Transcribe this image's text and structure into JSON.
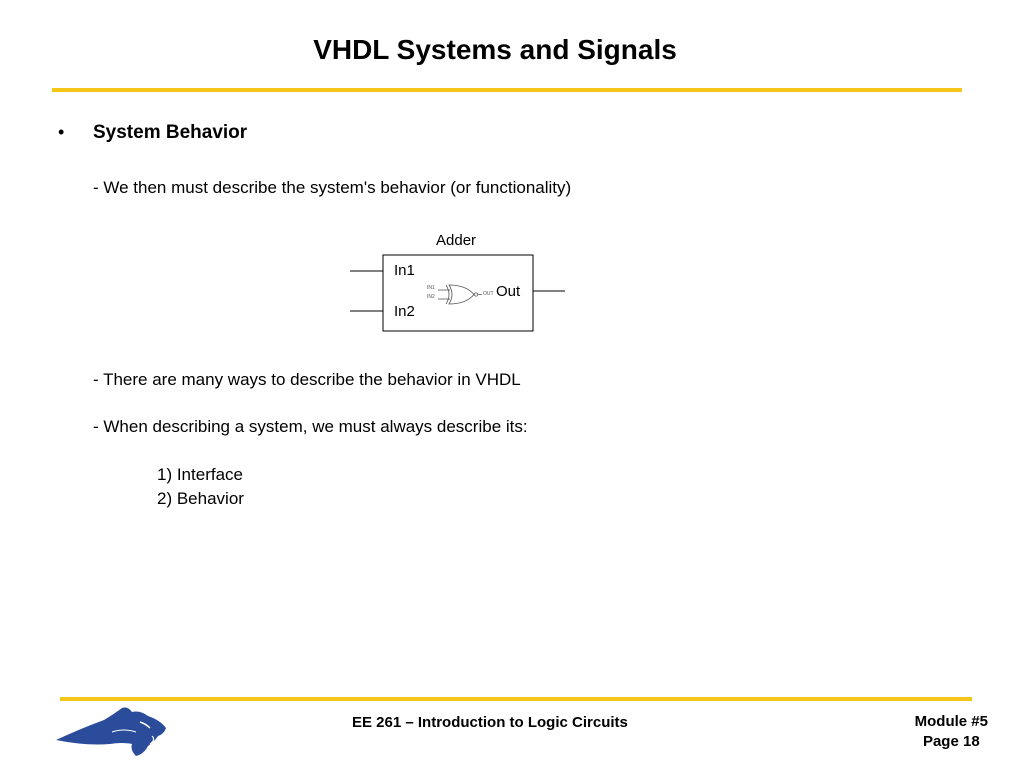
{
  "slide": {
    "title": "VHDL Systems and Signals",
    "bullet_symbol": "•",
    "heading": "System Behavior",
    "lines": [
      "- We then must describe the system's behavior (or functionality)",
      "- There are many ways to describe the behavior in VHDL",
      "- When describing a system, we must always describe its:",
      "1) Interface",
      "2) Behavior"
    ]
  },
  "diagram": {
    "block_label": "Adder",
    "input1": "In1",
    "input2": "In2",
    "output": "Out",
    "gate_in1": "IN1",
    "gate_in2": "IN2",
    "gate_out": "OUT"
  },
  "footer": {
    "course": "EE 261 – Introduction to Logic Circuits",
    "module": "Module #5",
    "page": "Page 18"
  },
  "colors": {
    "accent_gold": "#F5C518",
    "logo_blue": "#2B4B9B"
  },
  "icons": {
    "logo": "bobcat-logo-icon",
    "gate": "xor-gate-icon"
  }
}
